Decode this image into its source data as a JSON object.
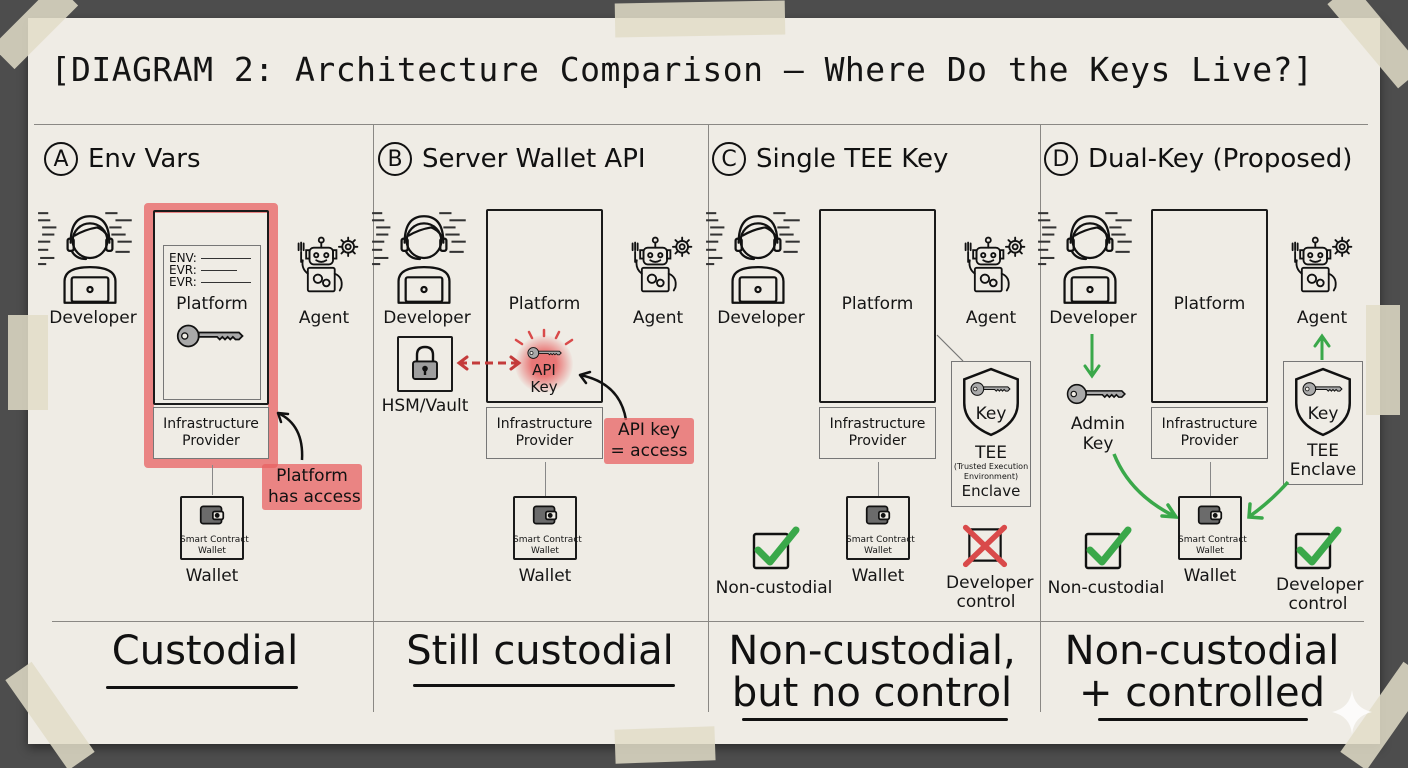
{
  "title": "[DIAGRAM 2: Architecture Comparison — Where Do the Keys Live?]",
  "colors": {
    "background": "#4d4d4d",
    "paper": "#efece5",
    "highlight_red": "#e86262",
    "check_green": "#3aa84a",
    "ink": "#111111"
  },
  "panels": [
    {
      "letter": "A",
      "title": "Env Vars",
      "developer": "Developer",
      "agent": "Agent",
      "platform": "Platform",
      "env_lines": [
        "ENV:",
        "EVR:",
        "EVR:"
      ],
      "infra": [
        "Infrastructure",
        "Provider"
      ],
      "callout": [
        "Platform",
        "has access"
      ],
      "wallet_inner": [
        "Smart Contract",
        "Wallet"
      ],
      "wallet": "Wallet",
      "verdict": "Custodial"
    },
    {
      "letter": "B",
      "title": "Server Wallet API",
      "developer": "Developer",
      "agent": "Agent",
      "platform": "Platform",
      "hsm": "HSM/Vault",
      "api_key": [
        "API",
        "Key"
      ],
      "infra": [
        "Infrastructure",
        "Provider"
      ],
      "callout": [
        "API key",
        "= access"
      ],
      "wallet_inner": [
        "Smart Contract",
        "Wallet"
      ],
      "wallet": "Wallet",
      "verdict": "Still custodial"
    },
    {
      "letter": "C",
      "title": "Single TEE Key",
      "developer": "Developer",
      "agent": "Agent",
      "platform": "Platform",
      "infra": [
        "Infrastructure",
        "Provider"
      ],
      "tee_key": "Key",
      "tee": [
        "TEE",
        "(Trusted Execution",
        "Environment)",
        "Enclave"
      ],
      "wallet_inner": [
        "Smart Contract",
        "Wallet"
      ],
      "wallet": "Wallet",
      "check_left": {
        "label": "Non-custodial",
        "state": "check"
      },
      "check_right": {
        "label": [
          "Developer",
          "control"
        ],
        "state": "cross"
      },
      "verdict": [
        "Non-custodial,",
        "but no control"
      ]
    },
    {
      "letter": "D",
      "title": "Dual-Key (Proposed)",
      "developer": "Developer",
      "agent": "Agent",
      "platform": "Platform",
      "admin_key": [
        "Admin",
        "Key"
      ],
      "infra": [
        "Infrastructure",
        "Provider"
      ],
      "tee_key": "Key",
      "tee": [
        "TEE",
        "Enclave"
      ],
      "wallet_inner": [
        "Smart Contract",
        "Wallet"
      ],
      "wallet": "Wallet",
      "check_left": {
        "label": "Non-custodial",
        "state": "check"
      },
      "check_right": {
        "label": [
          "Developer",
          "control"
        ],
        "state": "check"
      },
      "verdict": [
        "Non-custodial",
        "+ controlled"
      ]
    }
  ]
}
